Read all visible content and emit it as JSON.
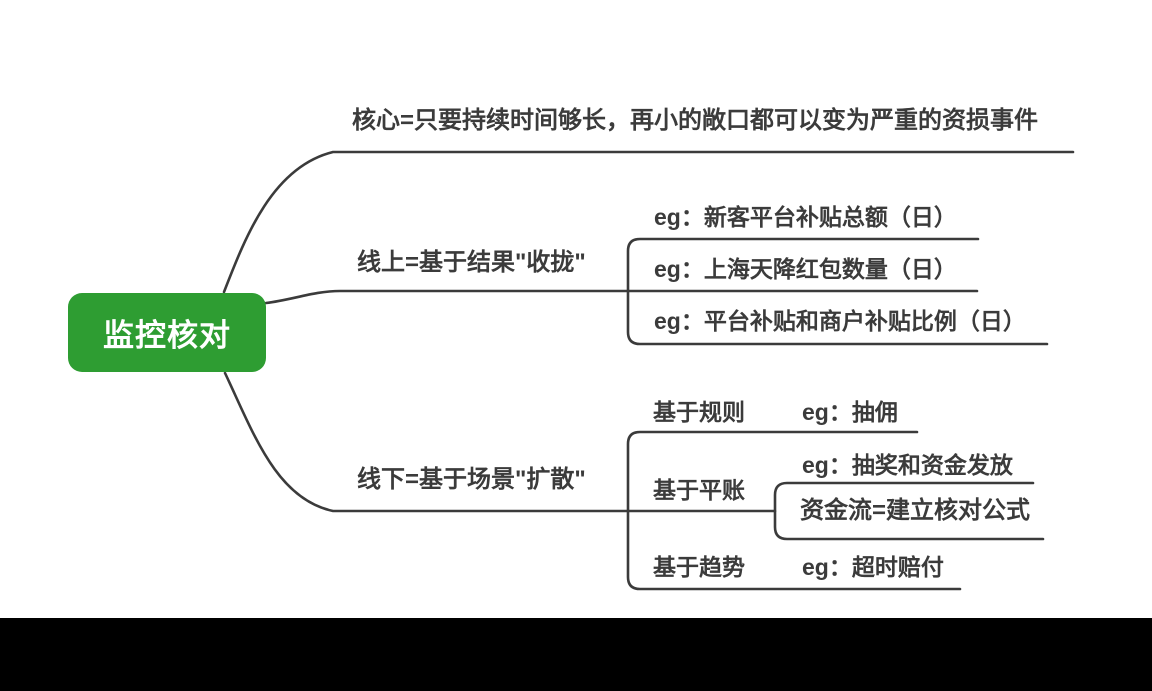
{
  "app": "mindmap-viewer",
  "colors": {
    "background": "#ffffff",
    "letterbox": "#000000",
    "line": "#3b3b3b",
    "text": "#3b3b3b",
    "root_fill": "#2e9d32",
    "root_text": "#ffffff"
  },
  "root": {
    "label": "监控核对"
  },
  "branches": [
    {
      "id": "core",
      "label": "核心=只要持续时间够长，再小的敞口都可以变为严重的资损事件"
    },
    {
      "id": "online",
      "label": "线上=基于结果\"收拢\"",
      "children": [
        "eg：新客平台补贴总额（日）",
        "eg：上海天降红包数量（日）",
        "eg：平台补贴和商户补贴比例（日）"
      ]
    },
    {
      "id": "offline",
      "label": "线下=基于场景\"扩散\"",
      "children": [
        {
          "label": "基于规则",
          "children": [
            "eg：抽佣"
          ]
        },
        {
          "label": "基于平账",
          "children": [
            "eg：抽奖和资金发放",
            "资金流=建立核对公式"
          ]
        },
        {
          "label": "基于趋势",
          "children": [
            "eg：超时赔付"
          ]
        }
      ]
    }
  ]
}
